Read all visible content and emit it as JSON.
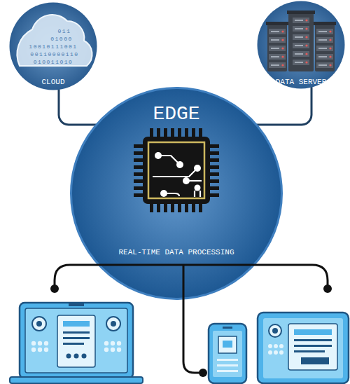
{
  "diagram": {
    "nodes": [
      {
        "text": [
          "CLOUD"
        ]
      },
      {
        "text": [
          "DATA SERVER"
        ]
      },
      {
        "text": [
          "EDGE",
          "REAL-TIME DATA PROCESSING"
        ]
      }
    ],
    "edges": [
      {
        "from": 0,
        "to": 2,
        "arrow": "none"
      },
      {
        "from": 1,
        "to": 2,
        "arrow": "none"
      }
    ],
    "labels": [
      "011",
      "01000",
      "10010111001",
      "00110000110",
      "010011010"
    ]
  }
}
